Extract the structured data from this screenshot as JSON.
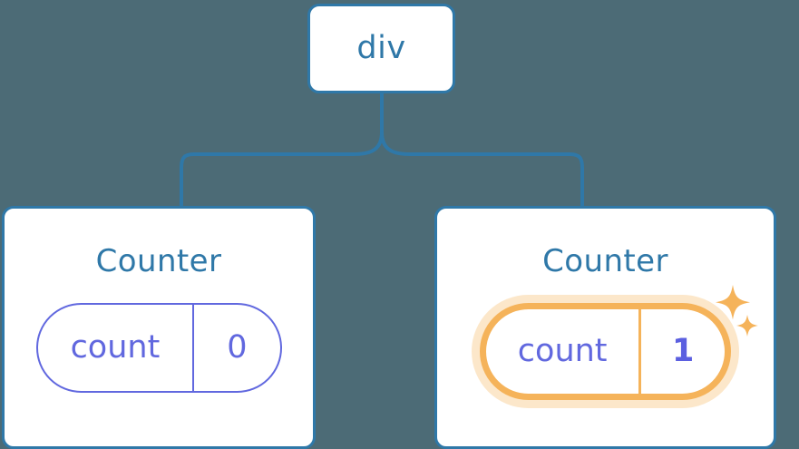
{
  "diagram": {
    "type": "component-tree",
    "background_color": "#4c6b76",
    "accent_blue": "#2f78a8",
    "accent_purple": "#6168df",
    "accent_orange": "#f5b35a",
    "root": {
      "label": "div"
    },
    "children": [
      {
        "label": "Counter",
        "state": {
          "key": "count",
          "value": "0"
        },
        "highlighted": false
      },
      {
        "label": "Counter",
        "state": {
          "key": "count",
          "value": "1"
        },
        "highlighted": true,
        "sparkle_icons": [
          "sparkle-large",
          "sparkle-small"
        ]
      }
    ]
  }
}
